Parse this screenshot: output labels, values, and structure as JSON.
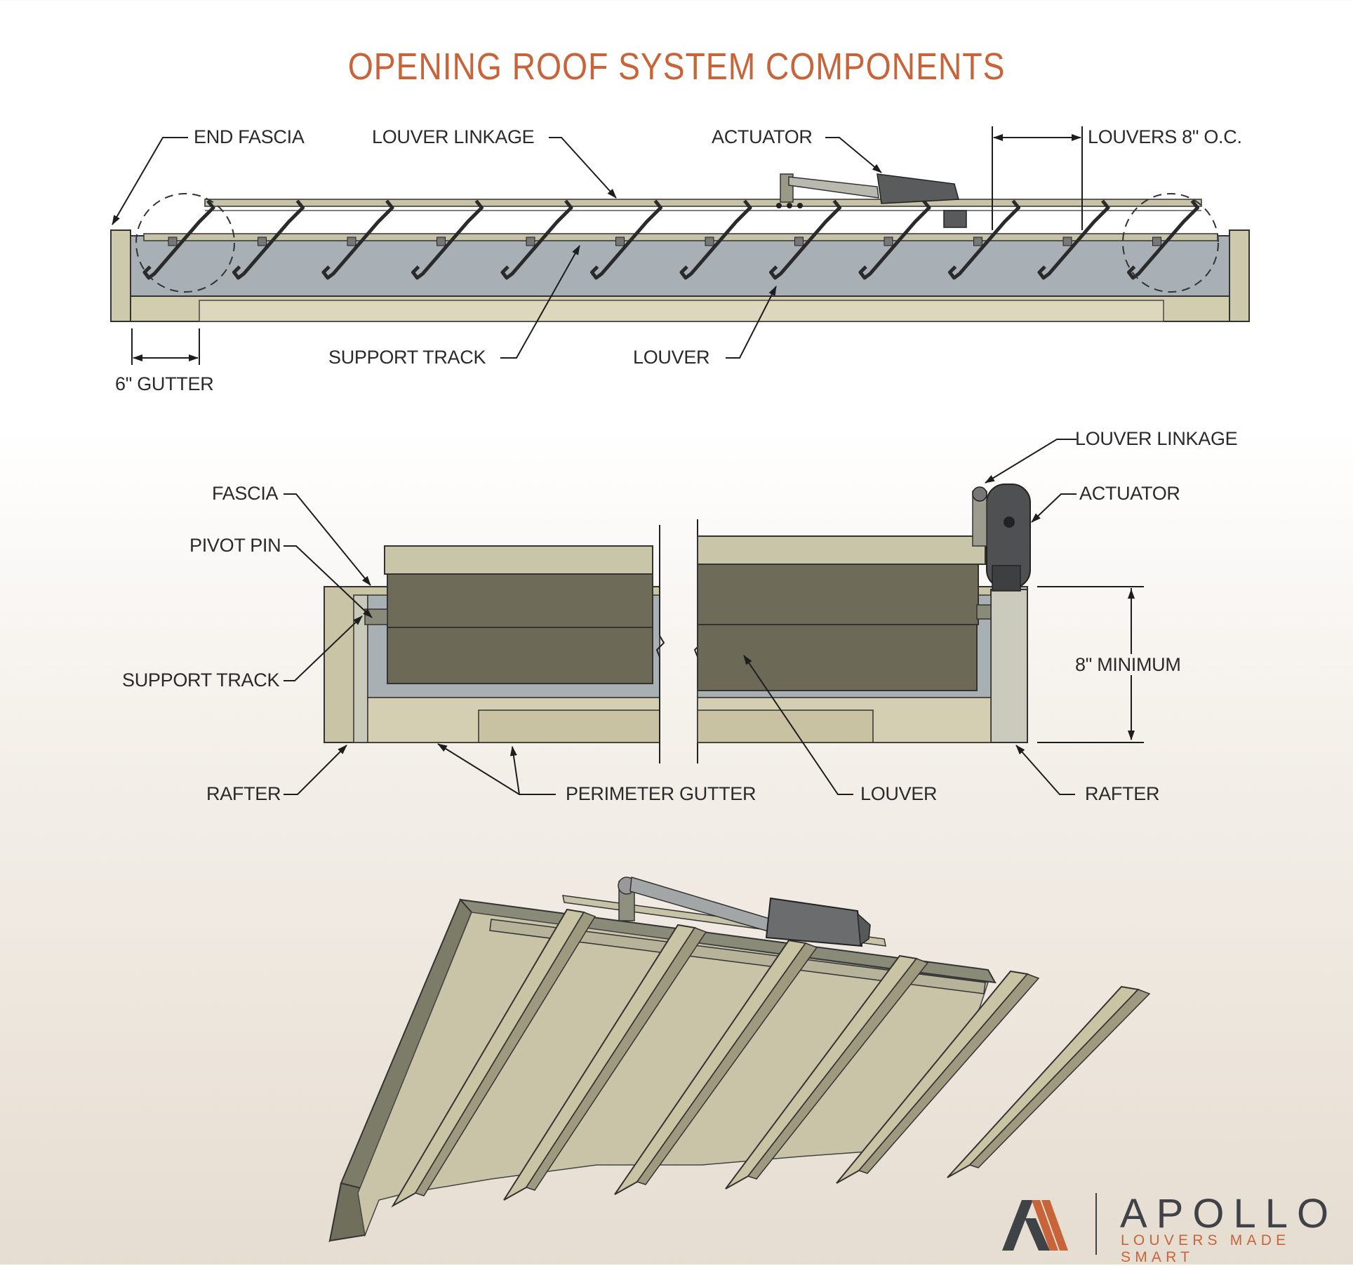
{
  "title": "OPENING ROOF SYSTEM COMPONENTS",
  "top_view": {
    "end_fascia": "END FASCIA",
    "louver_linkage": "LOUVER LINKAGE",
    "actuator": "ACTUATOR",
    "louvers_oc": "LOUVERS 8\" O.C.",
    "support_track": "SUPPORT TRACK",
    "louver": "LOUVER",
    "gutter": "6\" GUTTER"
  },
  "section_view": {
    "louver_linkage": "LOUVER LINKAGE",
    "actuator": "ACTUATOR",
    "fascia": "FASCIA",
    "pivot_pin": "PIVOT PIN",
    "support_track": "SUPPORT TRACK",
    "minimum": "8\" MINIMUM",
    "rafter_left": "RAFTER",
    "perimeter_gutter": "PERIMETER GUTTER",
    "louver": "LOUVER",
    "rafter_right": "RAFTER"
  },
  "brand": {
    "name": "APOLLO",
    "tagline": "LOUVERS MADE SMART"
  },
  "colors": {
    "accent": "#c8643a",
    "frame": "#c9c4a6",
    "panel": "#a9b0b4",
    "louver_dark": "#6e6c58",
    "brand_gray": "#3f4247"
  }
}
